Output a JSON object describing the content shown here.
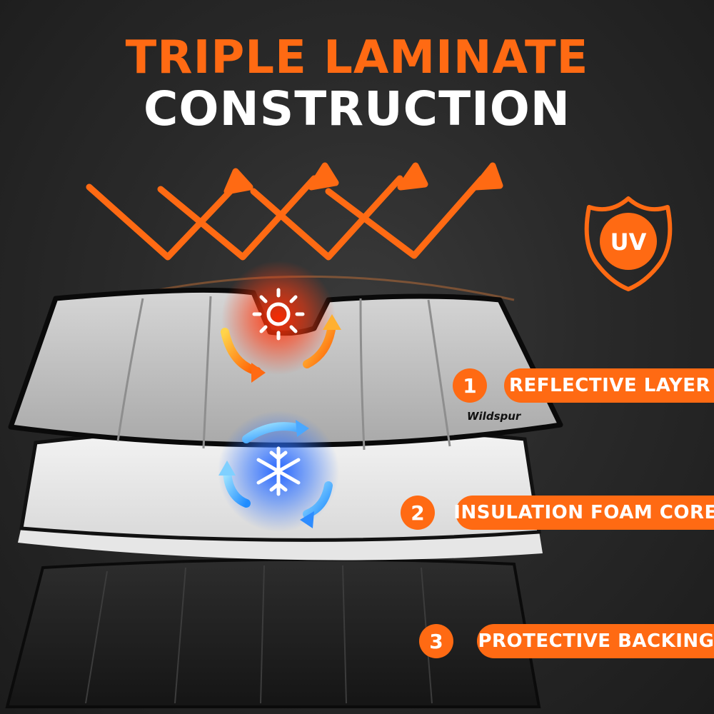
{
  "headline": {
    "line1": "TRIPLE LAMINATE",
    "line2": "CONSTRUCTION"
  },
  "badge": {
    "text": "UV",
    "icon": "uv-shield-icon"
  },
  "brand": "Wildspur",
  "layers": [
    {
      "number": "1",
      "label": "REFLECTIVE LAYER"
    },
    {
      "number": "2",
      "label": "INSULATION FOAM CORE"
    },
    {
      "number": "3",
      "label": "PROTECTIVE BACKING"
    }
  ],
  "icons": {
    "sun": "sun-icon",
    "snow": "snowflake-icon"
  },
  "colors": {
    "accent": "#ff6a13",
    "background": "#2b2b2b",
    "text": "#ffffff"
  }
}
